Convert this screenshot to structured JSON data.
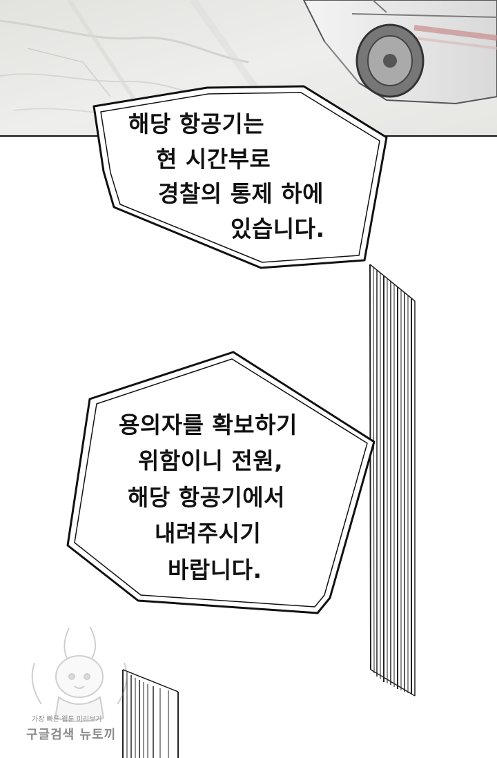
{
  "panel_top": {
    "description_icon": "car-on-road-artwork"
  },
  "bubble_1": {
    "lines": [
      "해당 항공기는",
      "현 시간부로",
      "경찰의 통제 하에",
      "있습니다."
    ]
  },
  "bubble_2": {
    "lines": [
      "용의자를 확보하기",
      "위함이니 전원,",
      "해당 항공기에서",
      "내려주시기",
      "바랍니다."
    ]
  },
  "watermark": {
    "small_text": "가장 빠른 웹툰 미리보기",
    "large_text": "구글검색 뉴토끼"
  },
  "colors": {
    "ink": "#111111",
    "panel_ground": "#e9e9e7",
    "watermark": "#8a8a8a"
  }
}
